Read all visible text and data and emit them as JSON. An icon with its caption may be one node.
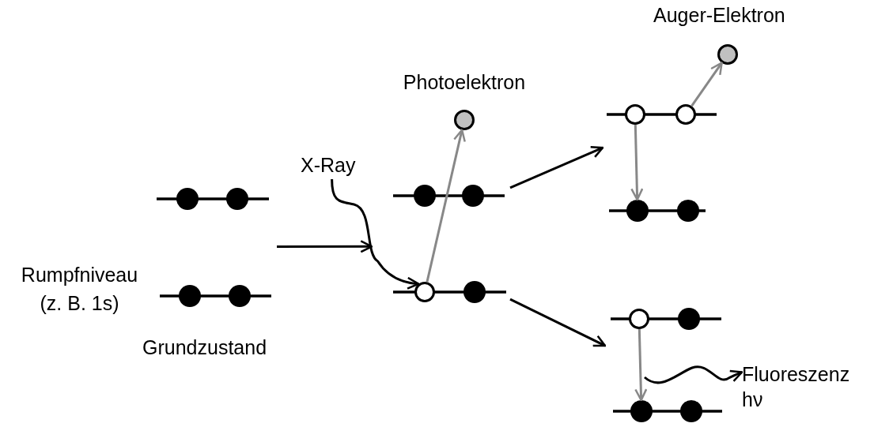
{
  "diagram": {
    "nodes": [
      {
        "text": [
          "X-Ray"
        ]
      },
      {
        "text": [],
        "shape": "picture",
        "beside": [
          "Grundzustand"
        ]
      },
      {
        "text": [],
        "shape": "dot",
        "in": 1
      },
      {
        "text": [],
        "shape": "dot",
        "in": 1
      },
      {
        "text": [],
        "shape": "dot",
        "in": 1
      },
      {
        "text": [],
        "shape": "dot",
        "in": 1
      },
      {
        "text": [],
        "shape": "picture"
      },
      {
        "text": [],
        "shape": "ball",
        "in": 6,
        "beside": [
          "Photoelektron"
        ]
      },
      {
        "text": [],
        "shape": "dot",
        "in": 6
      },
      {
        "text": [],
        "shape": "dot",
        "in": 6
      },
      {
        "text": [],
        "shape": "circle",
        "in": 6
      },
      {
        "text": [],
        "shape": "dot",
        "in": 6
      },
      {
        "text": [],
        "shape": "picture"
      },
      {
        "text": [],
        "shape": "ball",
        "in": 12,
        "beside": [
          "Auger-Elektron"
        ]
      },
      {
        "text": [],
        "shape": "circle",
        "in": 12
      },
      {
        "text": [],
        "shape": "circle",
        "in": 12
      },
      {
        "text": [],
        "shape": "dot",
        "in": 12
      },
      {
        "text": [],
        "shape": "dot",
        "in": 12
      },
      {
        "text": [],
        "shape": "picture"
      },
      {
        "text": [],
        "shape": "circle",
        "in": 18
      },
      {
        "text": [],
        "shape": "dot",
        "in": 18
      },
      {
        "text": [],
        "shape": "dot",
        "in": 18
      },
      {
        "text": [],
        "shape": "dot",
        "in": 18
      },
      {
        "text": [
          "Fluoreszenz hν"
        ]
      }
    ],
    "edges": [
      {
        "from": 0,
        "to": 10,
        "arrow": "to"
      },
      {
        "from": 1,
        "to": 6,
        "arrow": "to"
      },
      {
        "from": 10,
        "to": 7,
        "arrow": "to",
        "color": "#888888"
      },
      {
        "from": 6,
        "to": 12,
        "arrow": "to"
      },
      {
        "from": 6,
        "to": 18,
        "arrow": "to"
      },
      {
        "from": 14,
        "to": 16,
        "arrow": "to",
        "color": "#888888"
      },
      {
        "from": 15,
        "to": 13,
        "arrow": "to",
        "color": "#888888"
      },
      {
        "from": 19,
        "to": 21,
        "arrow": "to",
        "color": "#888888"
      },
      {
        "from": null,
        "to": 23,
        "arrow": "to"
      }
    ],
    "labels": [
      "Rumpfniveau (z. B. 1s)"
    ]
  }
}
